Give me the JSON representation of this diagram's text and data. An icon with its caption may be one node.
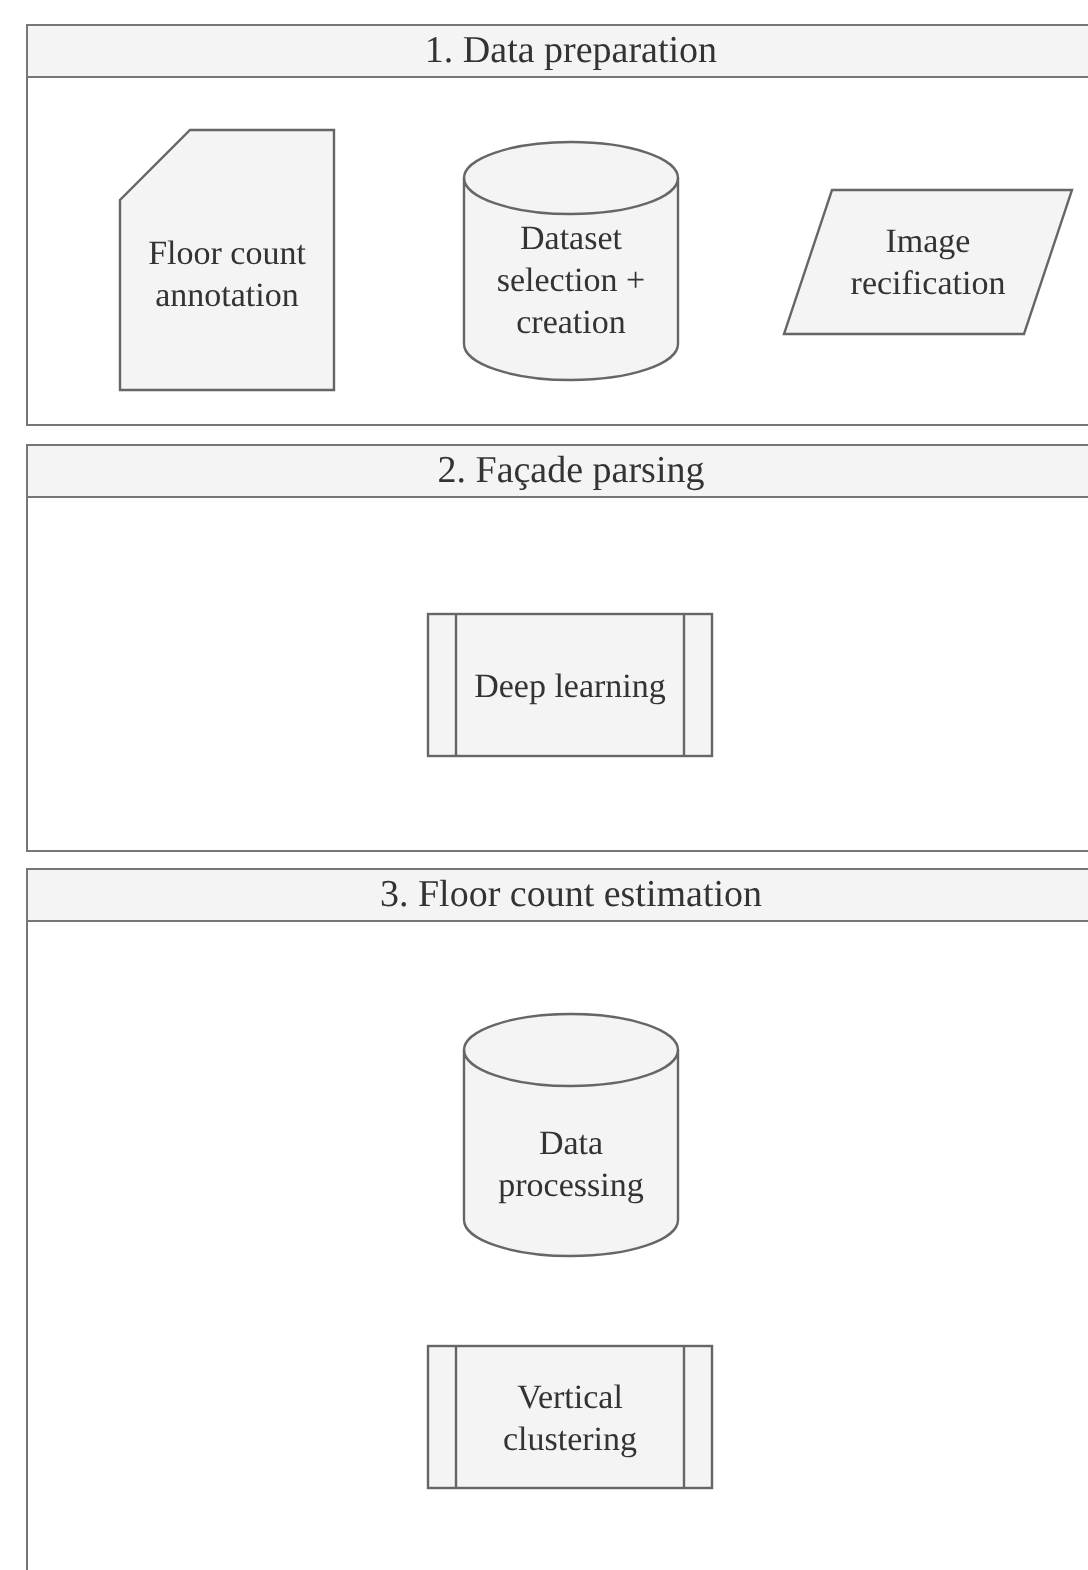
{
  "diagram": {
    "nodes": [
      {
        "text": [
          "1. Data preparation"
        ]
      },
      {
        "text": [
          "Floor count annotation"
        ],
        "in": 0
      },
      {
        "text": [
          "Dataset selection + creation"
        ],
        "in": 0
      },
      {
        "text": [
          "Image recification"
        ],
        "in": 0
      },
      {
        "text": [
          "2. Façade parsing"
        ]
      },
      {
        "text": [
          "Deep learning"
        ],
        "in": 4
      },
      {
        "text": [
          "3. Floor count estimation"
        ]
      },
      {
        "text": [
          "Data processing"
        ],
        "in": 6
      },
      {
        "text": [
          "Vertical clustering"
        ],
        "in": 6
      }
    ]
  }
}
